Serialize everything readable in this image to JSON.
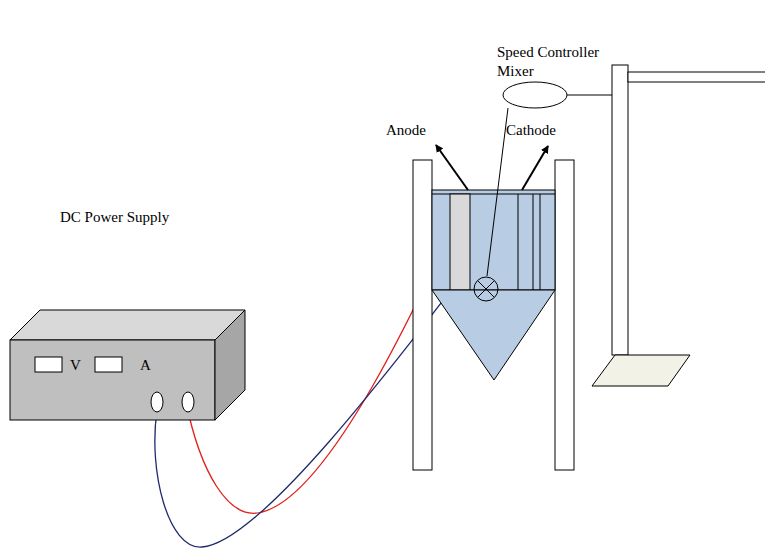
{
  "diagram": {
    "nodes": [
      {
        "text": [
          "DC Power Supply",
          "V",
          "A"
        ]
      }
    ],
    "labels": [
      "Speed Controller",
      "Mixer",
      "Anode",
      "Cathode"
    ]
  }
}
